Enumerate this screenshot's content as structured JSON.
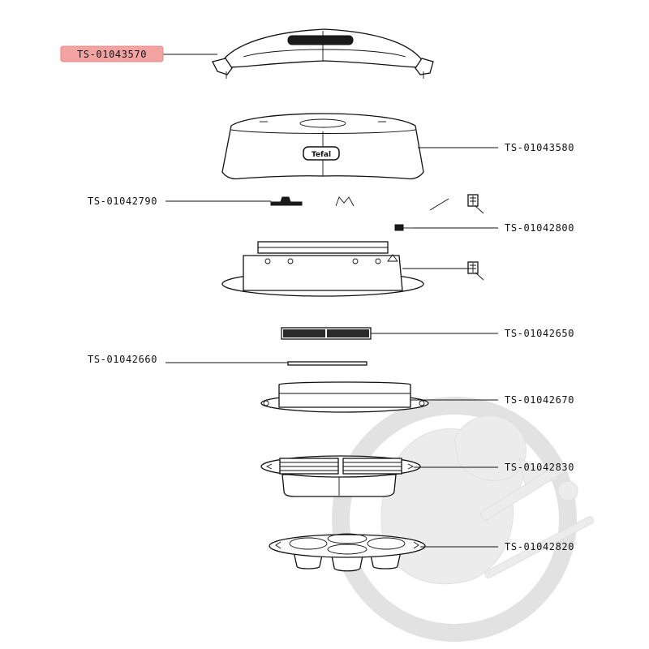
{
  "brand_text": "Tefal",
  "accent_color": "#f4a3a3",
  "watermark": "duck-mascot-with-wrench-and-screwdriver",
  "labels": [
    {
      "id": "lid",
      "text": "TS-01043570",
      "selected": true
    },
    {
      "id": "cover",
      "text": "TS-01043580"
    },
    {
      "id": "clips",
      "text": "TS-01042790"
    },
    {
      "id": "connector",
      "text": "TS-01042800"
    },
    {
      "id": "heater",
      "text": "TS-01042650"
    },
    {
      "id": "gasket",
      "text": "TS-01042660"
    },
    {
      "id": "base",
      "text": "TS-01042670"
    },
    {
      "id": "tray-large",
      "text": "TS-01042830"
    },
    {
      "id": "tray-pots",
      "text": "TS-01042820"
    }
  ]
}
